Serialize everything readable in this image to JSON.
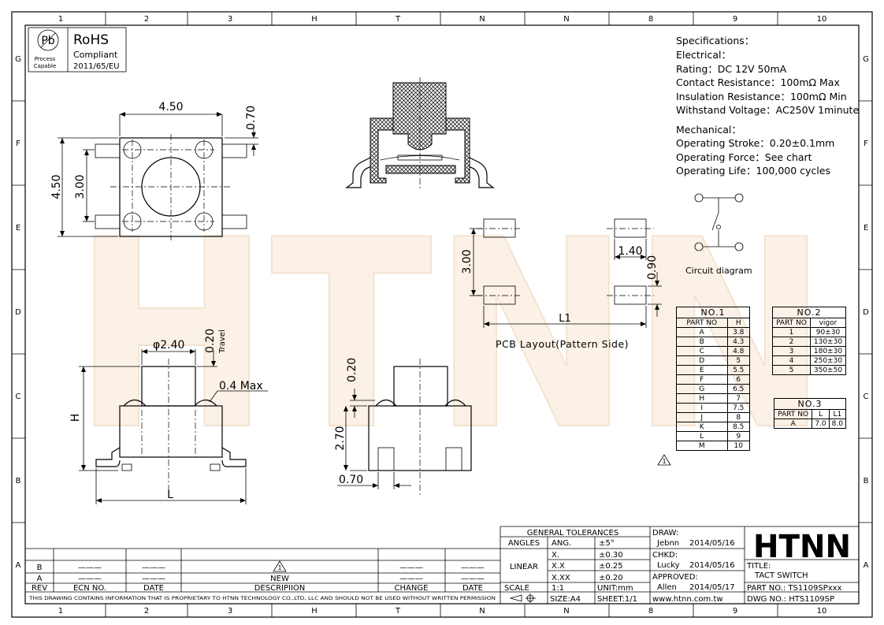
{
  "border": {
    "columns": [
      "1",
      "2",
      "3",
      "H",
      "T",
      "N",
      "N",
      "8",
      "9",
      "10"
    ],
    "rows": [
      "G",
      "F",
      "E",
      "D",
      "C",
      "B",
      "A"
    ]
  },
  "rohs": {
    "pb_symbol": "Pb",
    "process_text": [
      "Process",
      "Capable"
    ],
    "title": "RoHS",
    "subtitle": "Compliant",
    "directive": "2011/65/EU"
  },
  "watermark": "HTNN",
  "specs": [
    "Specifications：",
    "Electrical：",
    "Rating：DC 12V 50mA",
    "Contact Resistance：100mΩ Max",
    "Insulation Resistance：100mΩ Min",
    "Withstand Voltage：AC250V 1minute",
    "",
    "Mechanical：",
    "Operating Stroke：0.20±0.1mm",
    "Operating Force：See chart",
    "Operating Life：100,000 cycles"
  ],
  "circuit_label": "Circuit diagram",
  "pcb_label": "PCB Layout(Pattern Side)",
  "dims": {
    "top_width": "4.50",
    "top_gap": "0.70",
    "top_height": "4.50",
    "top_pitch": "3.00",
    "pcb_pitch": "3.00",
    "pcb_pad_w": "1.40",
    "pcb_pad_h": "0.90",
    "pcb_l1": "L1",
    "front_dia": "φ2.40",
    "front_travel": "0.20",
    "front_travel_label": "Travel",
    "front_max": "0.4  Max",
    "front_h": "H",
    "front_l": "L",
    "side_top": "0.20",
    "side_h": "2.70",
    "side_w": "0.70"
  },
  "table_no1": {
    "caption": "NO.1",
    "headers": [
      "PART  NO",
      "H"
    ],
    "rows": [
      [
        "A",
        "3.8"
      ],
      [
        "B",
        "4.3"
      ],
      [
        "C",
        "4.8"
      ],
      [
        "D",
        "5"
      ],
      [
        "E",
        "5.5"
      ],
      [
        "F",
        "6"
      ],
      [
        "G",
        "6.5"
      ],
      [
        "H",
        "7"
      ],
      [
        "I",
        "7.5"
      ],
      [
        "J",
        "8"
      ],
      [
        "K",
        "8.5"
      ],
      [
        "L",
        "9"
      ],
      [
        "M",
        "10"
      ]
    ]
  },
  "table_no2": {
    "caption": "NO.2",
    "headers": [
      "PART  NO",
      "vigor"
    ],
    "rows": [
      [
        "1",
        "90±30"
      ],
      [
        "2",
        "130±30"
      ],
      [
        "3",
        "180±30"
      ],
      [
        "4",
        "250±30"
      ],
      [
        "5",
        "350±50"
      ]
    ]
  },
  "table_no3": {
    "caption": "NO.3",
    "headers": [
      "PART  NO",
      "L",
      "L1"
    ],
    "rows": [
      [
        "A",
        "7.0",
        "8.0"
      ]
    ]
  },
  "warning_symbol": "1",
  "revision": {
    "rows": [
      {
        "rev": "B",
        "ecn": "———",
        "date": "———",
        "desc": "1",
        "change": "———",
        "date2": "———"
      },
      {
        "rev": "A",
        "ecn": "———",
        "date": "———",
        "desc": "NEW",
        "change": "———",
        "date2": "———"
      }
    ],
    "headers": [
      "REV",
      "ECN NO.",
      "DATE",
      "DESCRIPIION",
      "CHANGE",
      "DATE"
    ],
    "notice": "THIS DRAWING CONTAINS INFORMATION THAT IS PROPRIETARY TO HTNN TECHNOLOGY CO.,LTD, LLC AND SHOULD  NOT BE  USED WITHOUT WRITTEN PERMISSION"
  },
  "tolerances": {
    "title": "GENERAL TOLERANCES",
    "angles_label": "ANGLES",
    "ang_label": "ANG.",
    "ang_value": "±5°",
    "linear_label": "LINEAR",
    "linear": [
      [
        "X.",
        "±0.30"
      ],
      [
        "X.X",
        "±0.25"
      ],
      [
        "X.XX",
        "±0.20"
      ]
    ],
    "scale_label": "SCALE",
    "scale_value": "1:1",
    "unit": "UNIT:mm",
    "size": "SIZE:A4",
    "sheet": "SHEET:1/1"
  },
  "approvals": {
    "draw_label": "DRAW:",
    "draw_name": "Jebnn",
    "draw_date": "2014/05/16",
    "chkd_label": "CHKD:",
    "chkd_name": "Lucky",
    "chkd_date": "2014/05/16",
    "approved_label": "APPROVED:",
    "approved_name": "Allen",
    "approved_date": "2014/05/17",
    "website": "www.htnn.com.tw"
  },
  "title_block": {
    "logo": "HTNN",
    "title_label": "TITLE:",
    "title": "TACT SWITCH",
    "part_no": "PART NO.: TS1109SPxxx",
    "dwg_no": "DWG  NO.: HTS1109SP"
  }
}
